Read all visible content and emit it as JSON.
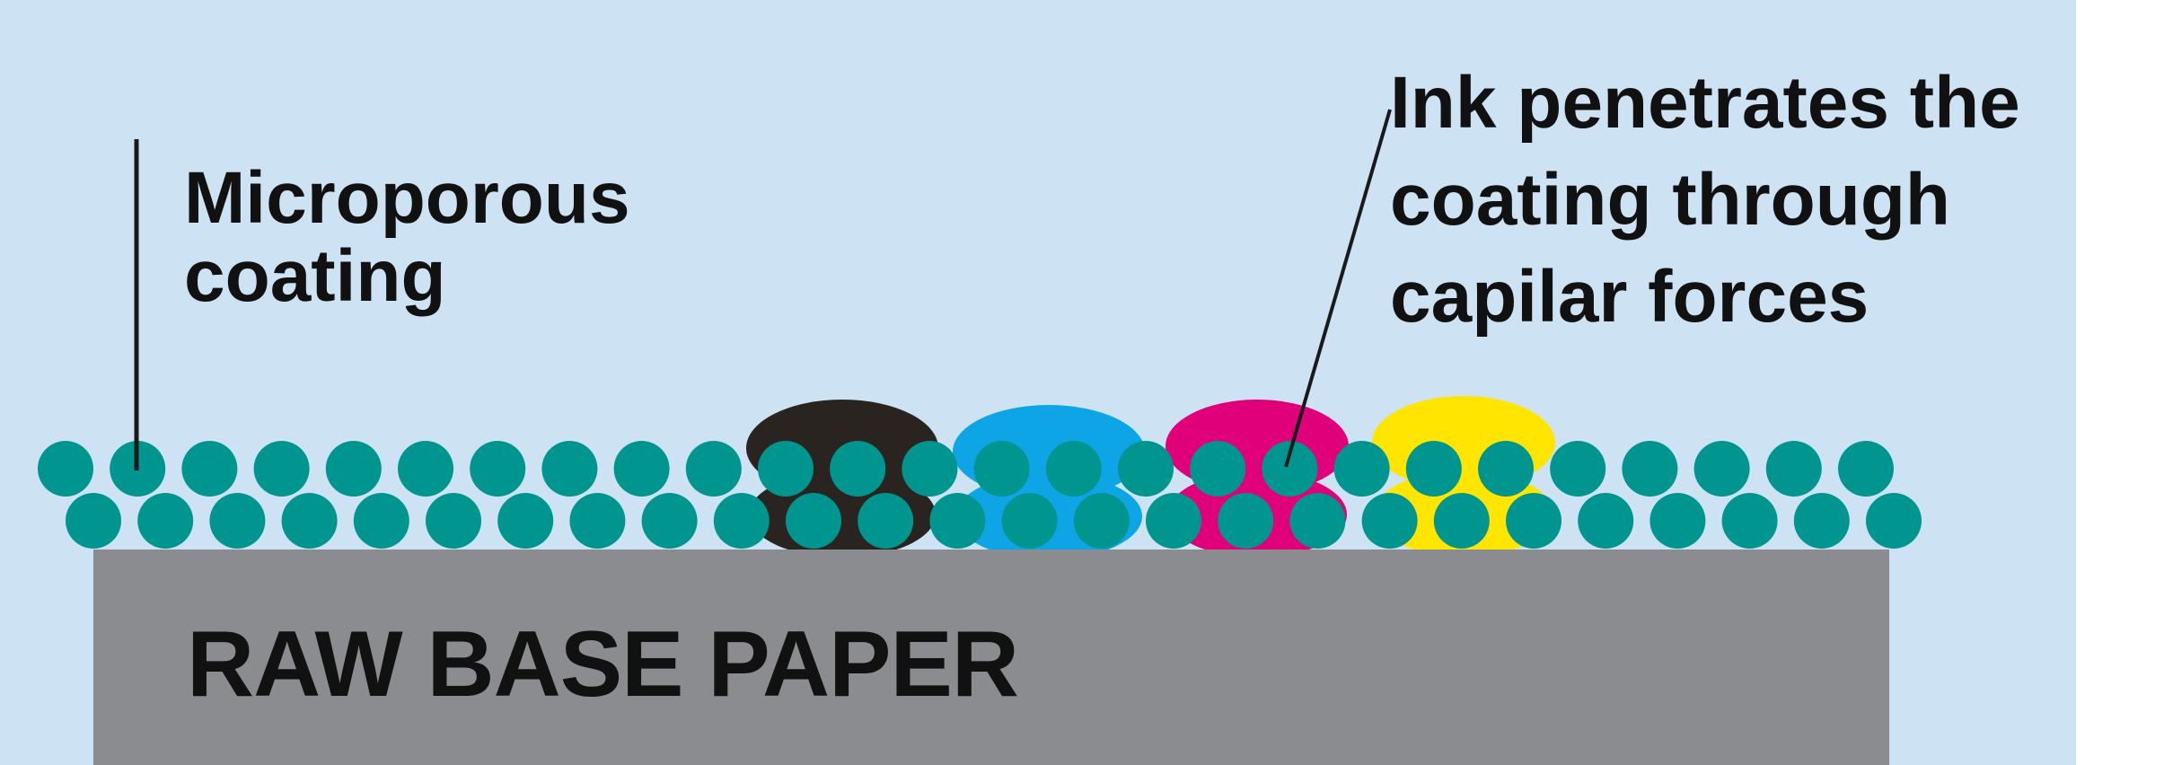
{
  "colors": {
    "background": "#cde3f3",
    "margin": "#ffffff",
    "paper": "#8b8c8f",
    "bead": "#00968f",
    "ink_black": "#2a2420",
    "ink_cyan": "#0ea5e6",
    "ink_magenta": "#e0007a",
    "ink_yellow": "#ffe500",
    "text": "#111111",
    "leader_line": "#1a1a1a"
  },
  "labels": {
    "coating_lines": [
      "Microporous",
      "coating"
    ],
    "ink_lines": [
      "Ink penetrates the",
      "coating through",
      "capilar forces"
    ],
    "paper": "RAW BASE PAPER"
  },
  "ink_drops": [
    {
      "name": "black-ink-drop",
      "color": "black"
    },
    {
      "name": "cyan-ink-drop",
      "color": "cyan"
    },
    {
      "name": "magenta-ink-drop",
      "color": "magenta"
    },
    {
      "name": "yellow-ink-drop",
      "color": "yellow"
    }
  ],
  "coating_beads": {
    "top_row_count": 26,
    "bottom_row_count": 26
  }
}
